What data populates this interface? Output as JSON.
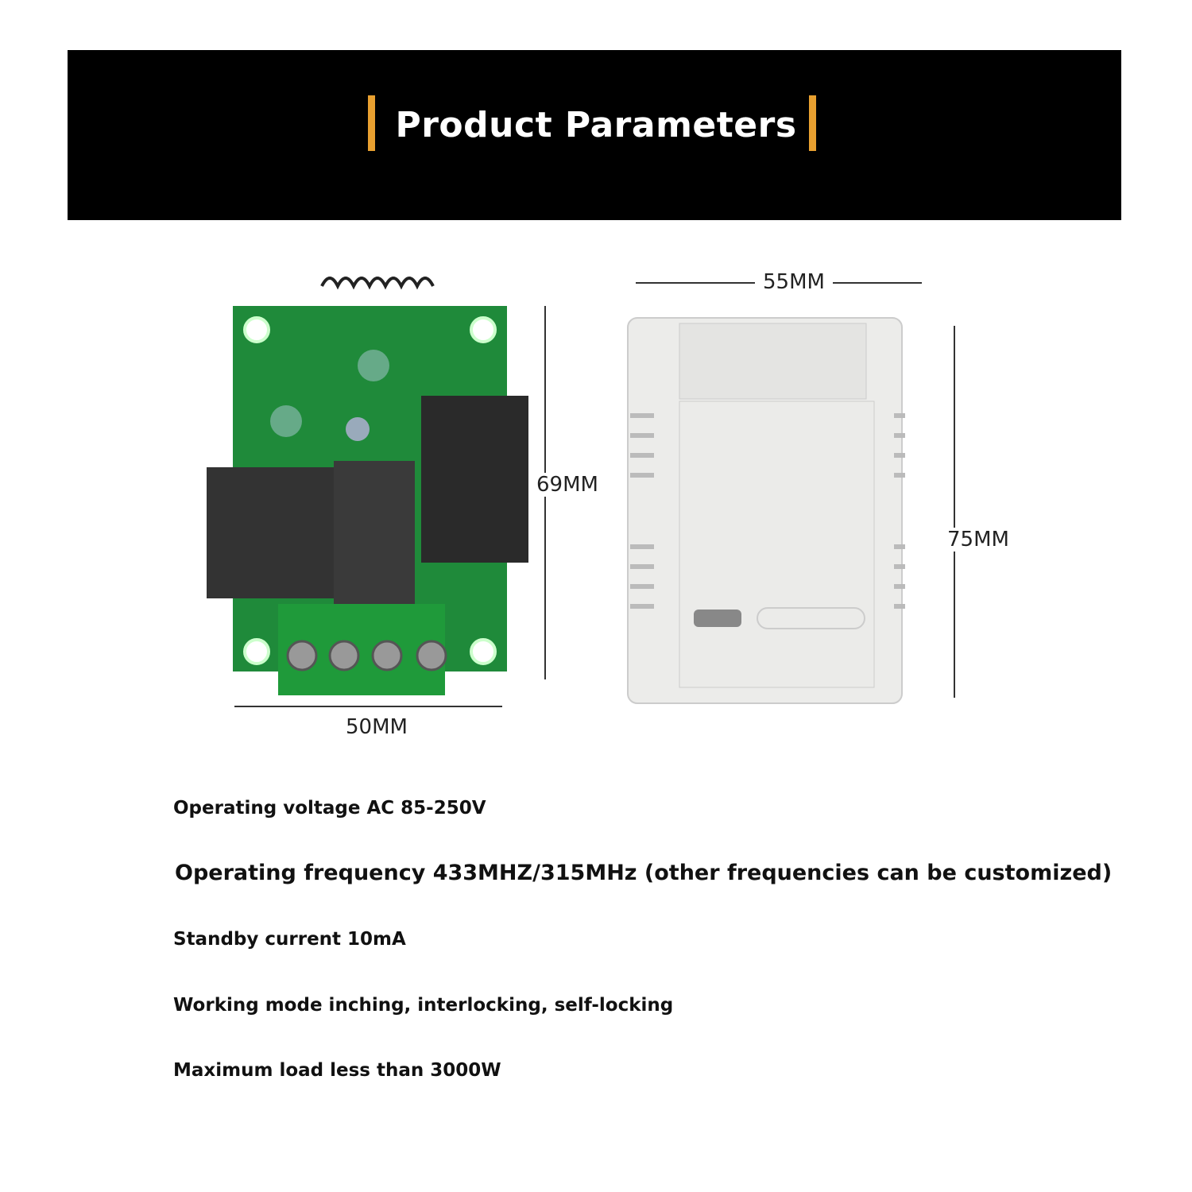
{
  "banner": {
    "title": "Product Parameters",
    "accent": "#e8a030"
  },
  "dimensions": {
    "pcb_height": "69MM",
    "pcb_width": "50MM",
    "case_width": "55MM",
    "case_height": "75MM"
  },
  "specs": [
    "Operating voltage AC 85-250V",
    "Operating frequency 433MHZ/315MHz (other frequencies can be customized)",
    "Standby current 10mA",
    "Working mode inching, interlocking, self-locking",
    "Maximum load less than 3000W"
  ]
}
